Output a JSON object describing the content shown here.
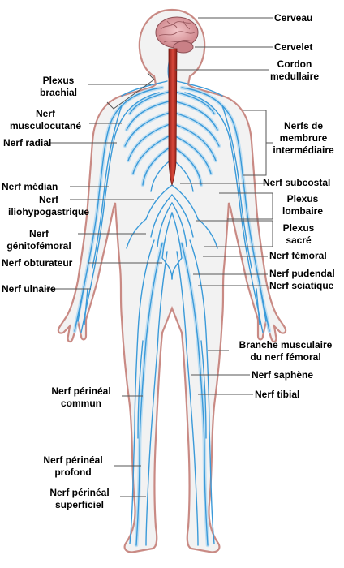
{
  "labels": {
    "brain": "Cerveau",
    "cerebellum": "Cervelet",
    "spinal_cord": [
      "Cordon",
      "medullaire"
    ],
    "intercostal": [
      "Nerfs de",
      "membrure",
      "intermédiaire"
    ],
    "subcostal": "Nerf subcostal",
    "lumbar_plexus": [
      "Plexus",
      "lombaire"
    ],
    "sacral_plexus": [
      "Plexus",
      "sacré"
    ],
    "femoral": "Nerf fémoral",
    "pudendal": "Nerf pudendal",
    "sciatic": "Nerf sciatique",
    "muscular_branch": [
      "Branche musculaire",
      "du nerf fémoral"
    ],
    "saphenous": "Nerf saphène",
    "tibial": "Nerf tibial",
    "brachial_plexus": [
      "Plexus",
      "brachial"
    ],
    "musculocutaneous": [
      "Nerf",
      "musculocutané"
    ],
    "radial": "Nerf radial",
    "median": "Nerf médian",
    "iliohypogastric": [
      "Nerf",
      "iliohypogastrique"
    ],
    "genitofemoral": [
      "Nerf",
      "génitofémoral"
    ],
    "obturator": "Nerf obturateur",
    "ulnar": "Nerf ulnaire",
    "common_peroneal": [
      "Nerf périnéal",
      "commun"
    ],
    "deep_peroneal": [
      "Nerf périnéal",
      "profond"
    ],
    "superficial_peroneal": [
      "Nerf périnéal",
      "superficiel"
    ]
  },
  "colors": {
    "nerve": "#3a9ad9",
    "nerve_glow": "#b9dcf2",
    "body_outline": "#c98a84",
    "body_fill": "#f2f2f2",
    "spinal_cord": "#c0392b",
    "brain": "#d99a9e",
    "leader": "#555555"
  }
}
